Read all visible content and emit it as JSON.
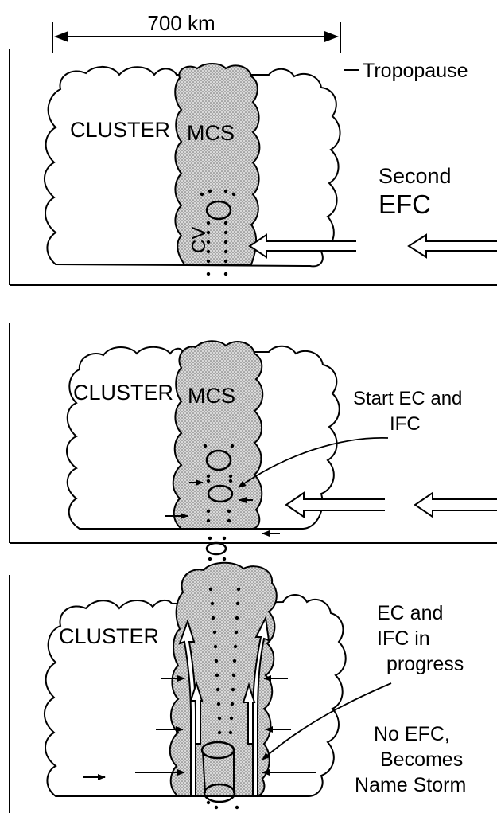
{
  "scale": {
    "label": "700 km"
  },
  "panels": [
    {
      "cluster_label": "CLUSTER",
      "mcs_label": "MCS",
      "cv_label": "CV",
      "tropopause_label": "Tropopause",
      "annotation_lines": [
        "Second",
        "EFC"
      ]
    },
    {
      "cluster_label": "CLUSTER",
      "mcs_label": "MCS",
      "annotation_lines": [
        "Start EC and",
        "IFC"
      ]
    },
    {
      "cluster_label": "CLUSTER",
      "annotation_lines": [
        "EC and",
        "IFC in",
        "progress"
      ],
      "annotation2_lines": [
        "No EFC,",
        "Becomes",
        "Name Storm"
      ]
    }
  ],
  "colors": {
    "ink": "#000000",
    "stipple_bg": "#d9d9d9",
    "stipple_dot": "#6e6e6e",
    "paper": "#ffffff"
  }
}
